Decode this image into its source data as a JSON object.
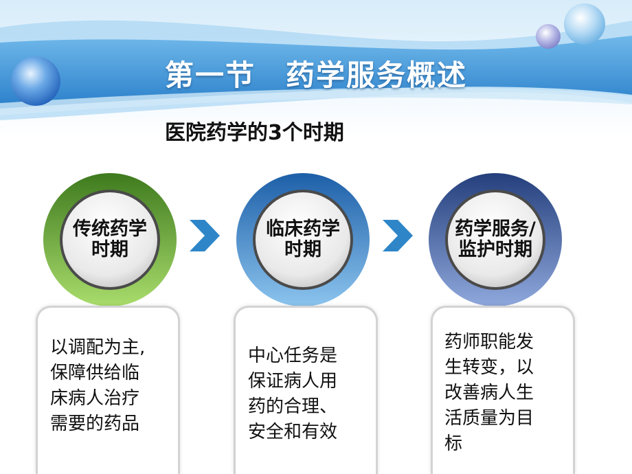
{
  "slide": {
    "title": "第一节　药学服务概述",
    "subtitle": "医院药学的3个时期"
  },
  "periods": [
    {
      "label": "传统药学\n时期",
      "description": "以调配为主,\n保障供给临\n床病人治疗\n需要的药品",
      "ring_color": "#7cc544"
    },
    {
      "label": "临床药学\n时期",
      "description": "中心任务是\n保证病人用\n药的合理、\n安全和有效",
      "ring_color": "#3a86c8"
    },
    {
      "label": "药学服务/\n监护时期",
      "description": "药师职能发\n生转变，以\n改善病人生\n活质量为目\n标",
      "ring_color": "#4b6eb0"
    }
  ],
  "colors": {
    "banner_blue": "#2f8bd6",
    "arrow": "#2e86c8"
  }
}
